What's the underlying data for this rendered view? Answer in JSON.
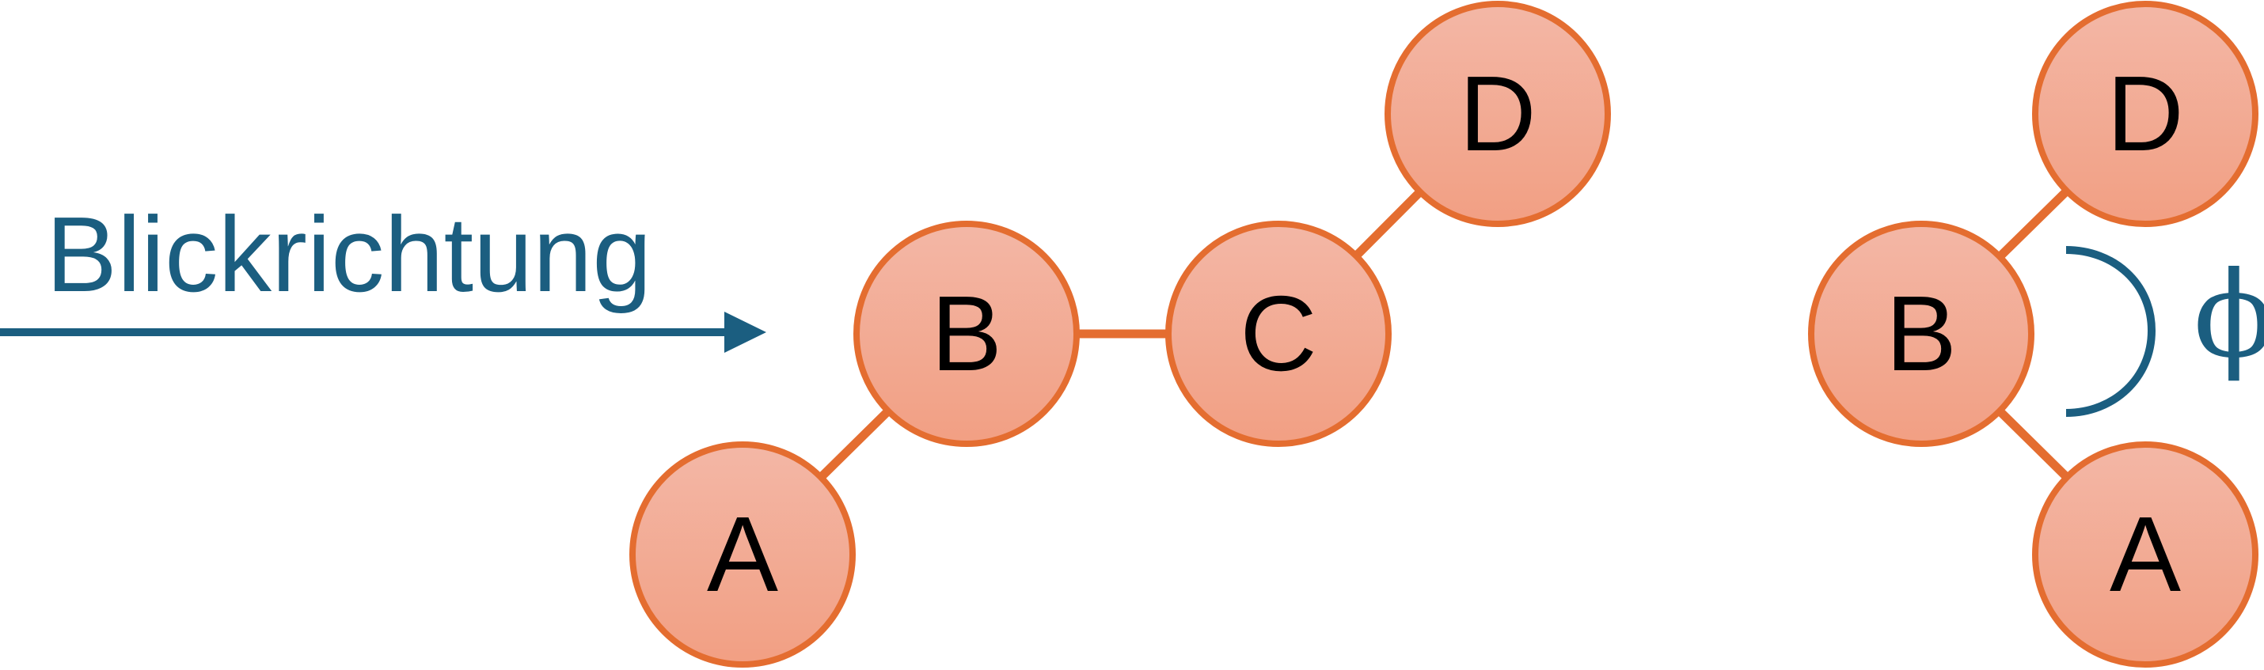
{
  "colors": {
    "accent_blue": "#1b5e80",
    "atom_fill_top": "#f3b7a6",
    "atom_fill_bottom": "#f29f83",
    "atom_outline": "#e46d30",
    "bond": "#e46d30",
    "label": "#000000"
  },
  "view": {
    "label": "Blickrichtung",
    "arrow": "view-direction-arrow-icon"
  },
  "left_molecule": {
    "atoms": {
      "a": "A",
      "b": "B",
      "c": "C",
      "d": "D"
    }
  },
  "right_projection": {
    "atoms": {
      "a": "A",
      "b": "B",
      "d": "D"
    },
    "angle_symbol": "ϕ"
  }
}
